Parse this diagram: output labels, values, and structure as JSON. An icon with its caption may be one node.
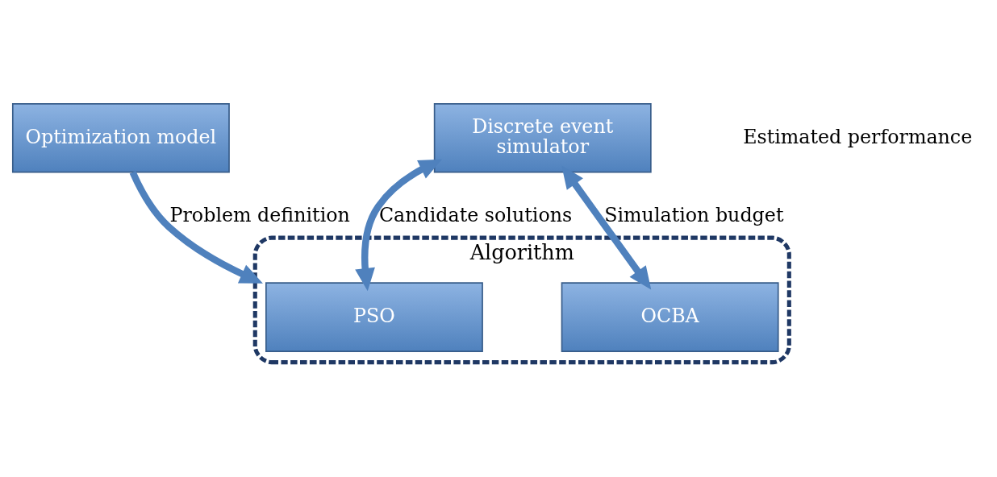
{
  "diagram": {
    "nodes": [
      {
        "text": [
          "Algorithm"
        ]
      },
      {
        "text": [
          "PSO"
        ],
        "in": 0
      },
      {
        "text": [
          "OCBA"
        ],
        "in": 0
      },
      {
        "text": [
          "Optimization model"
        ]
      },
      {
        "text": [
          "Discrete event simulator"
        ]
      }
    ],
    "edges": [
      {
        "from": 3,
        "to": 0,
        "arrow": "to",
        "label": "Problem definition"
      },
      {
        "from": 4,
        "to": 1,
        "arrow": "both",
        "label": "Candidate solutions"
      },
      {
        "from": 4,
        "to": 2,
        "arrow": "both",
        "label": "Simulation budget"
      }
    ],
    "labels": [
      "Estimated performance"
    ]
  }
}
